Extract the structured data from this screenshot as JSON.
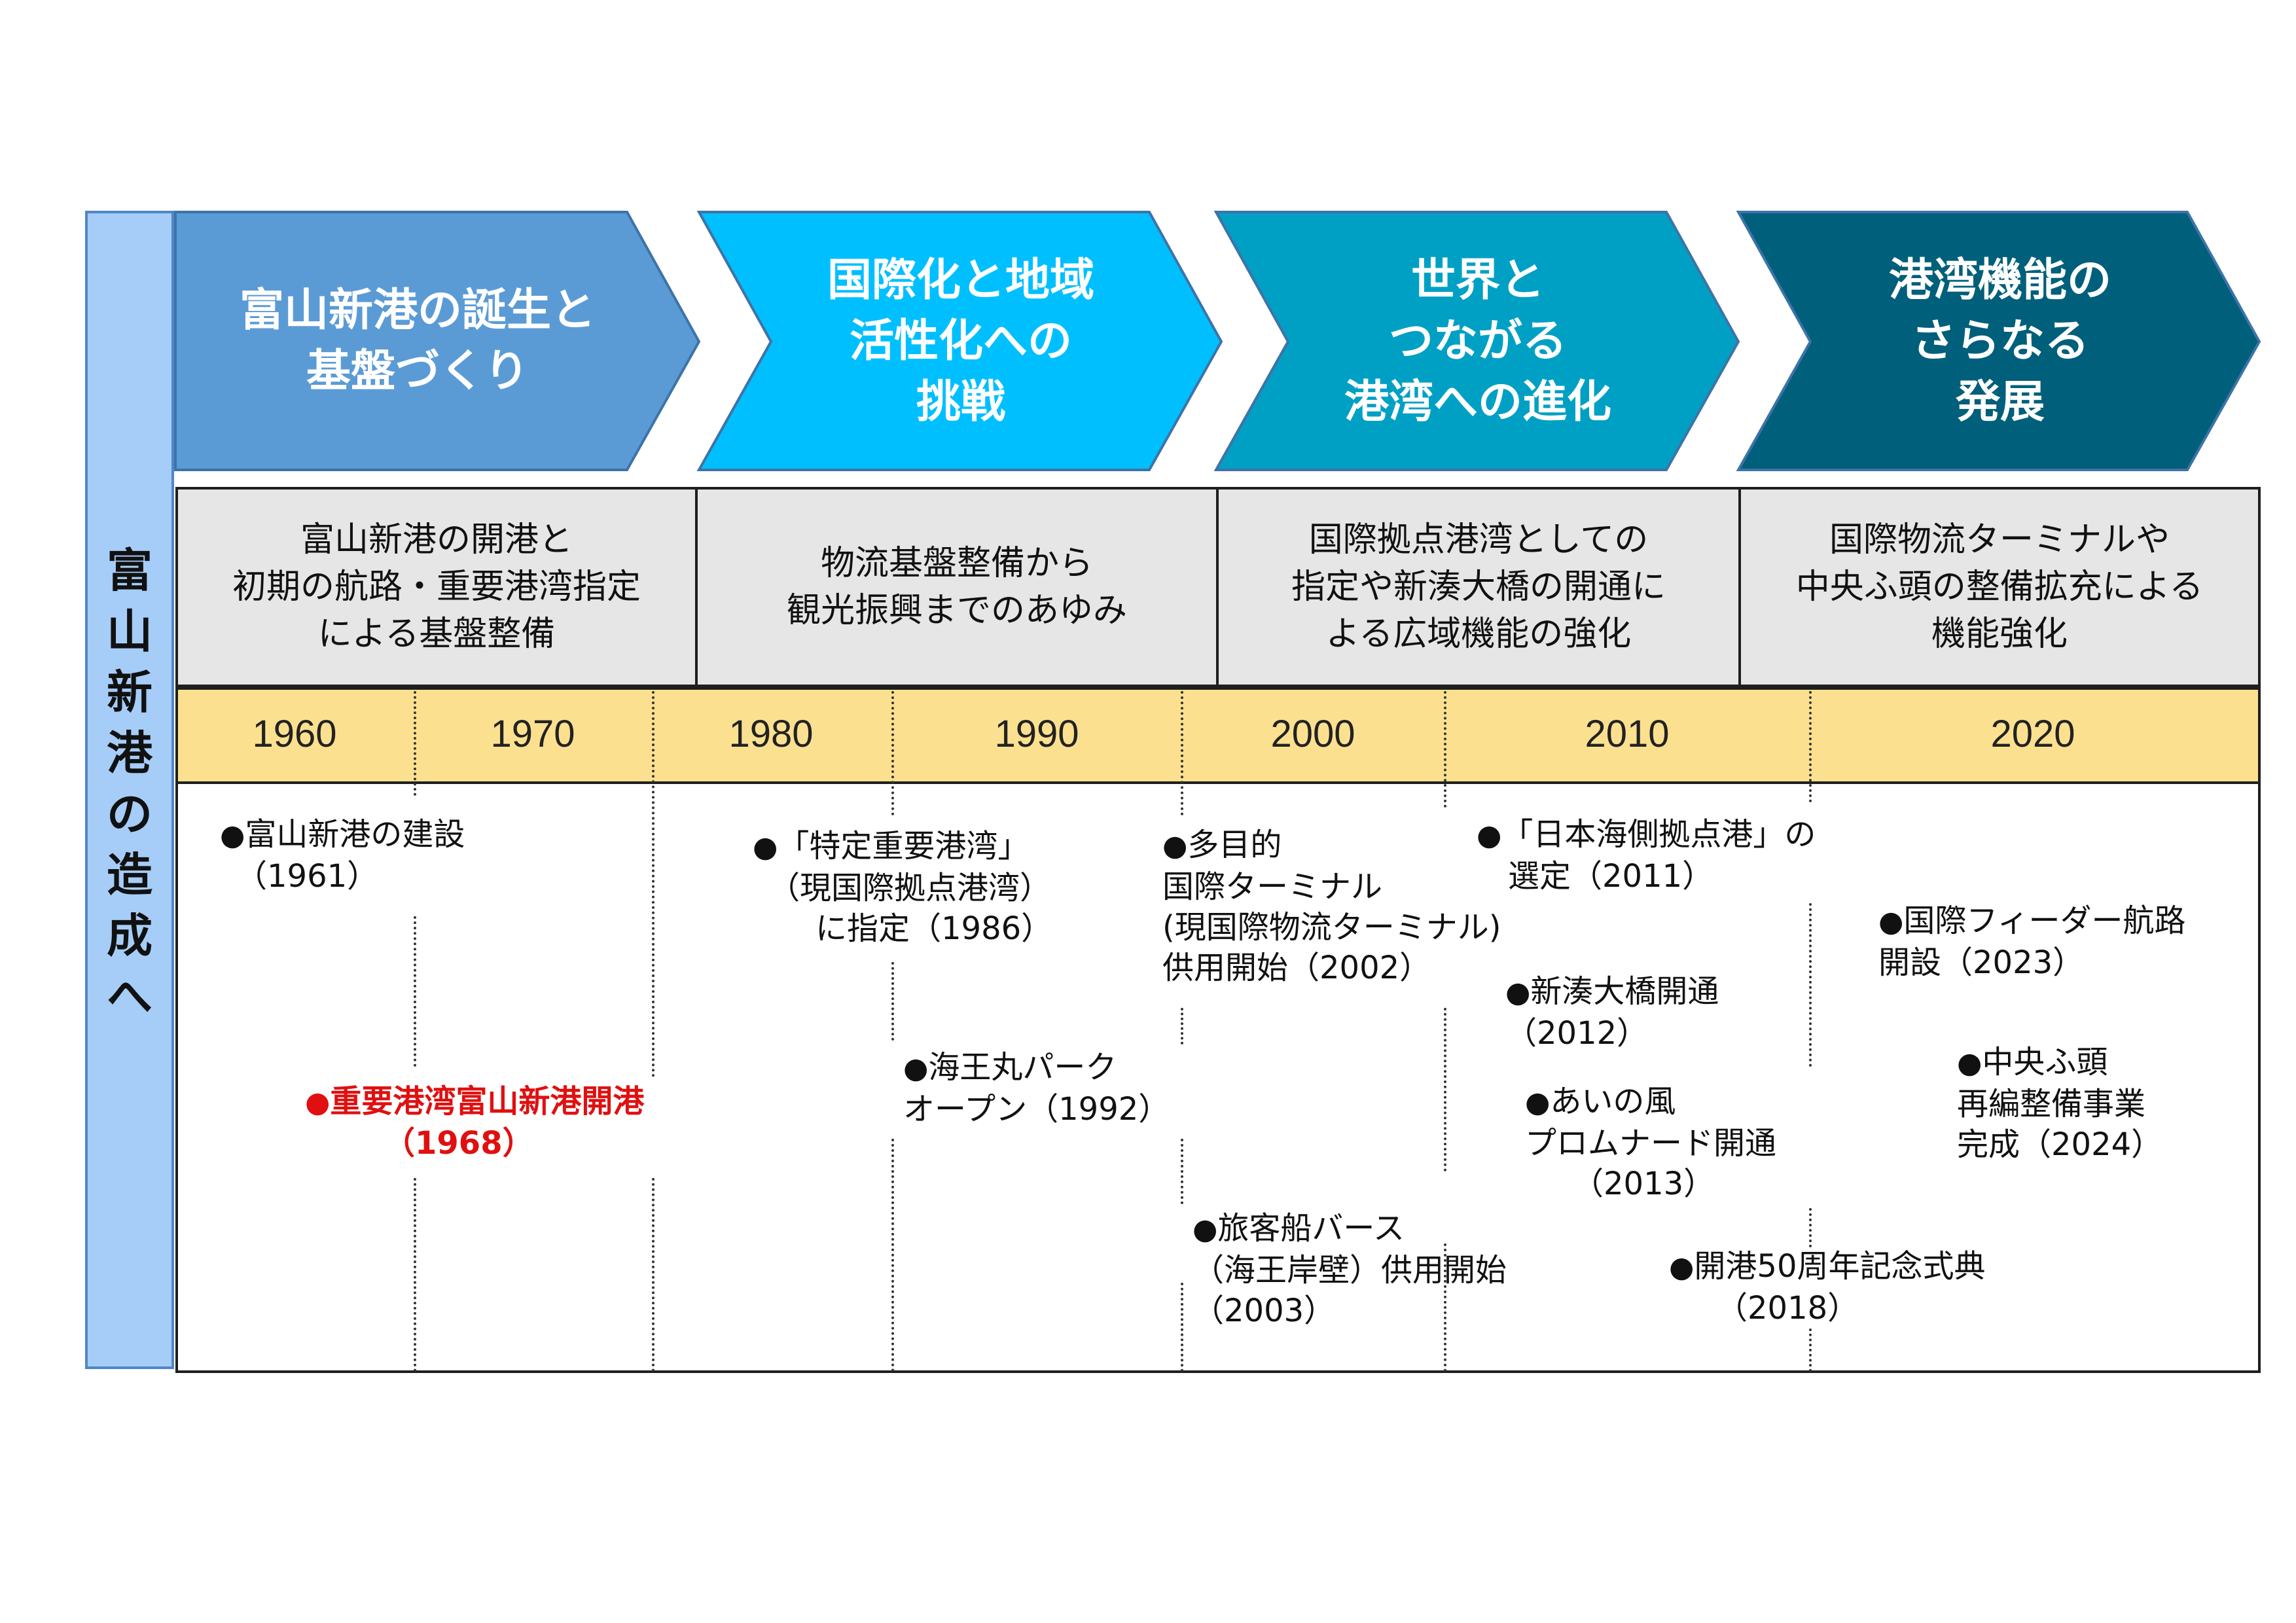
{
  "side_title": "富山新港の造成へ",
  "phases": [
    {
      "title": "富山新港の誕生と\n基盤づくり",
      "color": "#5b9bd5"
    },
    {
      "title": "国際化と地域\n活性化への\n挑戦",
      "color": "#00bfff"
    },
    {
      "title": "世界と\nつながる\n港湾への進化",
      "color": "#00a0c4"
    },
    {
      "title": "港湾機能の\nさらなる\n発展",
      "color": "#005f7a"
    }
  ],
  "descriptions": [
    "富山新港の開港と\n初期の航路・重要港湾指定\nによる基盤整備",
    "物流基盤整備から\n観光振興までのあゆみ",
    "国際拠点港湾としての\n指定や新湊大橋の開通に\nよる広域機能の強化",
    "国際物流ターミナルや\n中央ふ頭の整備拡充による\n機能強化"
  ],
  "years": [
    "1960",
    "1970",
    "1980",
    "1990",
    "2000",
    "2010",
    "2020"
  ],
  "events": {
    "e1961": "富山新港の建設\n　（1961）",
    "e1968": "重要港湾富山新港開港\n　　　（1968）",
    "e1986": "「特定重要港湾」\n　（現国際拠点港湾）\n　　に指定（1986）",
    "e1992": "海王丸パーク\nオープン（1992）",
    "e2002": "多目的\n国際ターミナル\n(現国際物流ターミナル)\n供用開始（2002）",
    "e2003": "旅客船バース\n（海王岸壁）供用開始\n（2003）",
    "e2011": "「日本海側拠点港」の\n　選定（2011）",
    "e2012": "新湊大橋開通\n（2012）",
    "e2013": "あいの風\nプロムナード開通\n　　（2013）",
    "e2018": "開港50周年記念式典\n　　（2018）",
    "e2023": "国際フィーダー航路\n開設（2023）",
    "e2024": "中央ふ頭\n再編整備事業\n完成（2024）"
  },
  "bullet": "●",
  "colors": {
    "highlight": "#e01010",
    "year_band": "#fbe08f",
    "desc_bg": "#e6e6e6",
    "side_bar": "#a6cdf8"
  }
}
